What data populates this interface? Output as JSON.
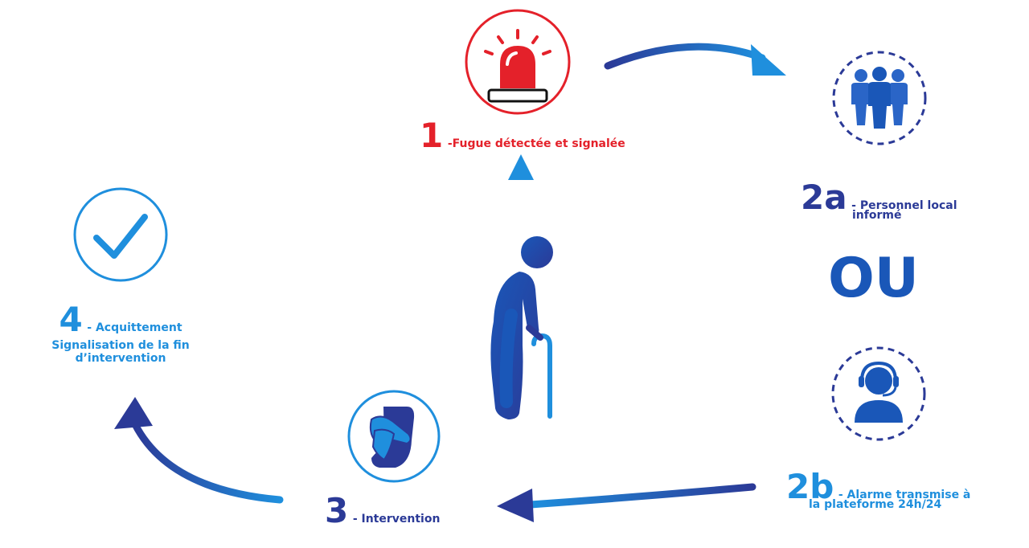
{
  "colors": {
    "red": "#e4212a",
    "navy": "#2b3a97",
    "blue": "#1a57b8",
    "light_blue": "#1f8fdd"
  },
  "steps": {
    "s1": {
      "number": "1",
      "text": "-Fugue détectée et signalée",
      "icon": "alarm-siren-icon"
    },
    "s2a": {
      "number": "2a",
      "text_line1": "- Personnel local",
      "text_line2": "informé",
      "icon": "staff-group-icon"
    },
    "or_label": "OU",
    "s2b": {
      "number": "2b",
      "text_line1": "- Alarme transmise à",
      "text_line2": "la plateforme 24h/24",
      "icon": "call-center-operator-icon"
    },
    "s3": {
      "number": "3",
      "text": "- Intervention",
      "icon": "helping-hands-icon"
    },
    "s4": {
      "number": "4",
      "text_line1": "- Acquittement",
      "text_line2": "Signalisation de la fin",
      "text_line3": "d’intervention",
      "icon": "checkmark-icon"
    }
  },
  "center_icon": "elderly-person-with-cane-icon"
}
